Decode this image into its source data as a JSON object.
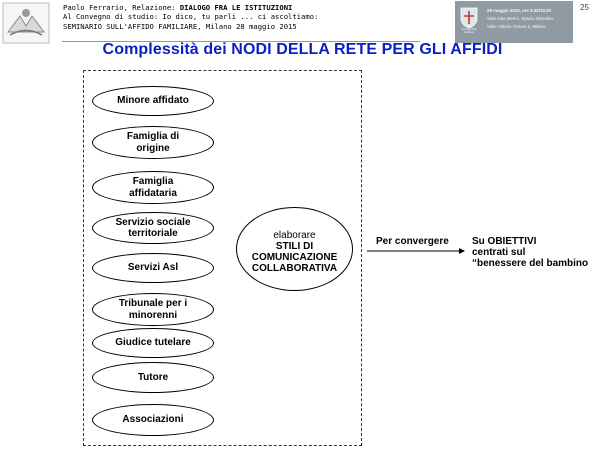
{
  "header": {
    "author_prefix": "Paolo Ferrario, Relazione: ",
    "report_title": "DIALOGO FRA LE ISTITUZIONI",
    "line2": "Al Convegno di studio: Io dico, tu parli ... ci ascoltiamo:",
    "line3": "SEMINARIO SULL'AFFIDO FAMILIARE, Milano 28 maggio 2015"
  },
  "event_banner": {
    "date_line": "28 maggio 2015, ore 8.30/13.00",
    "venue_line1": "Sala Alda Merini, Spazio Oberdan",
    "venue_line2": "Viale Vittorio Veneto 2, Milano",
    "crest_text_line1": "Città",
    "crest_text_line2": "metropolitana",
    "crest_text_line3": "di Milano"
  },
  "page_number": "25",
  "slide": {
    "title": "Complessità dei NODI DELLA RETE PER GLI AFFIDI",
    "nodes": [
      {
        "label": "Minore affidato"
      },
      {
        "label": "Famiglia di origine"
      },
      {
        "label": "Famiglia affidataria"
      },
      {
        "label": "Servizio sociale territoriale"
      },
      {
        "label": "Servizi Asl"
      },
      {
        "label": "Tribunale per i minorenni"
      },
      {
        "label": "Giudice tutelare"
      },
      {
        "label": "Tutore"
      },
      {
        "label": "Associazioni"
      }
    ],
    "center": {
      "line1": "elaborare",
      "line2": "STILI DI",
      "line3": "COMUNICAZIONE",
      "line4": "COLLABORATIVA"
    },
    "arrow_label": "Per convergere",
    "objective": {
      "line1": "Su OBIETTIVI",
      "line2": "centrati sul",
      "line3": "“benessere del bambino"
    }
  }
}
